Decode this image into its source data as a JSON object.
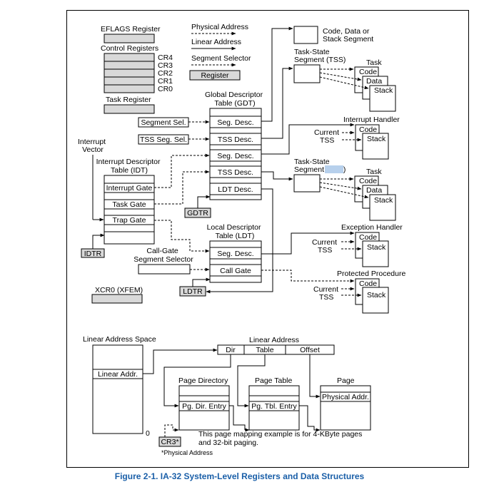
{
  "legend": {
    "physical_address": "Physical Address",
    "linear_address": "Linear Address",
    "segment_selector": "Segment Selector",
    "register": "Register"
  },
  "registers": {
    "eflags": "EFLAGS Register",
    "control": "Control Registers",
    "cr": [
      "CR4",
      "CR3",
      "CR2",
      "CR1",
      "CR0"
    ],
    "task": "Task Register",
    "interrupt_vector": "Interrupt\nVector",
    "idtr": "IDTR",
    "gdtr": "GDTR",
    "ldtr": "LDTR",
    "xcr0": "XCR0 (XFEM)"
  },
  "selectors": {
    "segment_sel": "Segment Sel.",
    "tss_seg_sel": "TSS Seg. Sel.",
    "call_gate_selector": "Call-Gate\nSegment Selector"
  },
  "idt": {
    "title": "Interrupt Descriptor\nTable (IDT)",
    "entries": [
      "Interrupt Gate",
      "Task Gate",
      "Trap Gate"
    ]
  },
  "gdt": {
    "title": "Global Descriptor\nTable (GDT)",
    "entries": [
      "Seg. Desc.",
      "TSS Desc.",
      "Seg. Desc.",
      "TSS Desc.",
      "LDT Desc."
    ]
  },
  "ldt": {
    "title": "Local Descriptor\nTable (LDT)",
    "entries": [
      "Seg. Desc.",
      "Call Gate"
    ]
  },
  "right_side": {
    "code_data_stack": "Code, Data or\nStack Segment",
    "tss1": "Task-State\nSegment (TSS)",
    "task": "Task",
    "code": "Code",
    "data": "Data",
    "stack": "Stack",
    "interrupt_handler": "Interrupt Handler",
    "current_tss": "Current\nTSS",
    "tss2": "Task-State\nSegment (TSS)",
    "exception_handler": "Exception Handler",
    "protected_procedure": "Protected Procedure"
  },
  "paging": {
    "linear_address_space": "Linear Address Space",
    "linear_address": "Linear Address",
    "fields": [
      "Dir",
      "Table",
      "Offset"
    ],
    "linear_addr": "Linear Addr.",
    "page_directory": "Page Directory",
    "pg_dir_entry": "Pg. Dir. Entry",
    "page_table": "Page Table",
    "pg_tbl_entry": "Pg. Tbl. Entry",
    "page": "Page",
    "physical_addr": "Physical Addr.",
    "zero": "0",
    "cr3": "CR3*",
    "note": "This page mapping example is for 4-KByte pages\nand 32-bit paging.",
    "footnote": "*Physical Address"
  },
  "caption": "Figure 2-1.  IA-32 System-Level Registers and Data Structures"
}
